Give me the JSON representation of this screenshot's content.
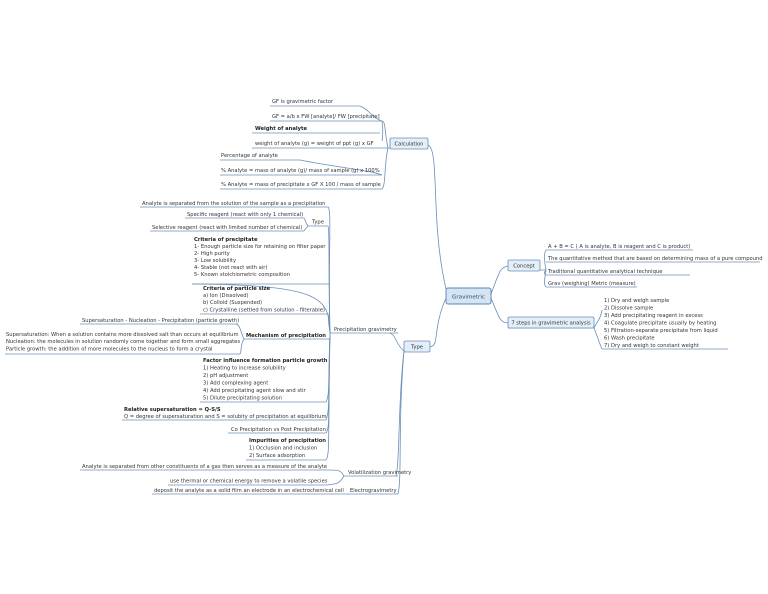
{
  "central": "Gravimetric",
  "calculation": {
    "label": "Calculation",
    "gf_def": "GF is gravimetric factor",
    "gf_formula": "GF = a/b x FW [analyte]/ FW [precipitate]",
    "weight_title": "Weight of analyte",
    "weight_formula": "weight of analyte (g)  = weight of ppt (g)  x  GF",
    "percent_title": "Percentage of analyte",
    "percent_formula1": "% Analyte = mass of analyte (g)/ mass of sample (g) x 100%",
    "percent_formula2": "% Analyte = mass of precipitate x GF X 100 / mass of sample"
  },
  "concept": {
    "label": "Concept",
    "items": [
      "A + B = C ( A is analyte, B is reagent and C is product)",
      "The quantitative method that are based on determining mass of a pure compound",
      "Traditional quantitative analytical technique",
      "Grav (weighing) Metric (measure)"
    ]
  },
  "steps": {
    "label": "7 steps in gravimetric analysis",
    "items": [
      "1) Dry and weigh sample",
      "2) Dissolve sample",
      "3) Add precipitating reagent in excess",
      "4) Coagulate precipitate usually by heating",
      "5) Filtration-separate precipitate from liquid",
      "6) Wash precipitate",
      "7) Dry and weigh to constant weight"
    ]
  },
  "type_main": {
    "label": "Type"
  },
  "precipitation": {
    "label": "Precipitation gravimetry",
    "analyte_sep": "Analyte is separated from the solution of the sample as a precipitation",
    "type_label": "Type",
    "specific": "Specific reagent (react with only 1 chemical)",
    "selective": "Selective reagent (react with limited number of chemical)",
    "criteria_title": "Criteria of precipitate",
    "criteria_items": [
      "1- Enough particle size for retaining on filter paper",
      "2- High purity",
      "3- Low solubility",
      "4- Stable (not react with air)",
      "5- Known stoichiometric composition"
    ],
    "size_title": "Criteria of particle size",
    "size_items": [
      "a) Ion (Dissolved)",
      "b) Colloid (Suspended)",
      "c) Crystalline (settled from solution - filterable)"
    ],
    "mechanism_label": "Mechanism of precipitation",
    "mechanism_seq": "Supersaturation - Nucleation - Precipitation (particle growth)",
    "mechanism_defs": [
      "Supersaturation: When a solution contains more dissolved salt than occurs at equilibrium",
      "Nucleation: the molecules in solution randomly come together and form small aggregates",
      "Particle growth: the addition of more molecules to the nucleus to form a crystal"
    ],
    "factor_title": "Factor influence formation particle growth",
    "factor_items": [
      "1) Heating to increase solubility",
      "2) pH adjustment",
      "3) Add complexing agent",
      "4) Add precipitating agent slow and stir",
      "5) Dilute precipitating solution"
    ],
    "rss_title": "Relative supersaturation = Q-S/S",
    "rss_def": "Q = degree of supersaturation and S = solubity of precipitation at equilibrium",
    "co_post": "Co Precipitation vs Post Precipitation",
    "impurities_title": "Impurities of precipitation",
    "impurities_items": [
      "1) Occlusion and inclusion",
      "2) Surface adsorption"
    ]
  },
  "volatilization": {
    "label": "Volatilization gravimetry",
    "items": [
      "Analyte is separated from other constituents of a gas then serves as a measure of the analyte",
      "use thermal or chemical energy to remove a volatile species"
    ]
  },
  "electro": {
    "label": "Electrogravimetry",
    "item": "deposit the analyte as a solid film an electrode in an electrochemical cell"
  }
}
